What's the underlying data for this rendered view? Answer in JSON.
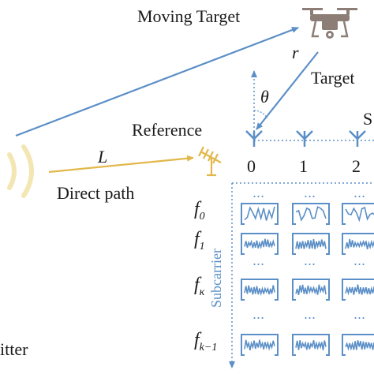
{
  "labels": {
    "moving_target": "Moving Target",
    "target_echo": "Target",
    "r": "r",
    "theta": "θ",
    "reference": "Reference",
    "L": "L",
    "direct_path": "Direct path",
    "subcarrier": "Subcarrier",
    "transmitter": "itter",
    "s_partial": "S"
  },
  "antennas": [
    "0",
    "1",
    "2"
  ],
  "subcarriers": [
    {
      "base": "f",
      "sub": "0"
    },
    {
      "base": "f",
      "sub": "1"
    },
    {
      "base": "f",
      "sub": "κ"
    },
    {
      "base": "f",
      "sub": "k−1"
    }
  ],
  "ellipsis": "...",
  "colors": {
    "blue": "#5b8fc7",
    "gold": "#e2b84a",
    "wave": "#f3e6b3",
    "drone": "#8c7d77",
    "text": "#1a1a1a"
  },
  "icons": {
    "drone": "drone-icon",
    "reference_antenna": "yagi-antenna-icon",
    "rx_antenna": "antenna-icon",
    "csi_plot": "csi-waveform-icon"
  }
}
